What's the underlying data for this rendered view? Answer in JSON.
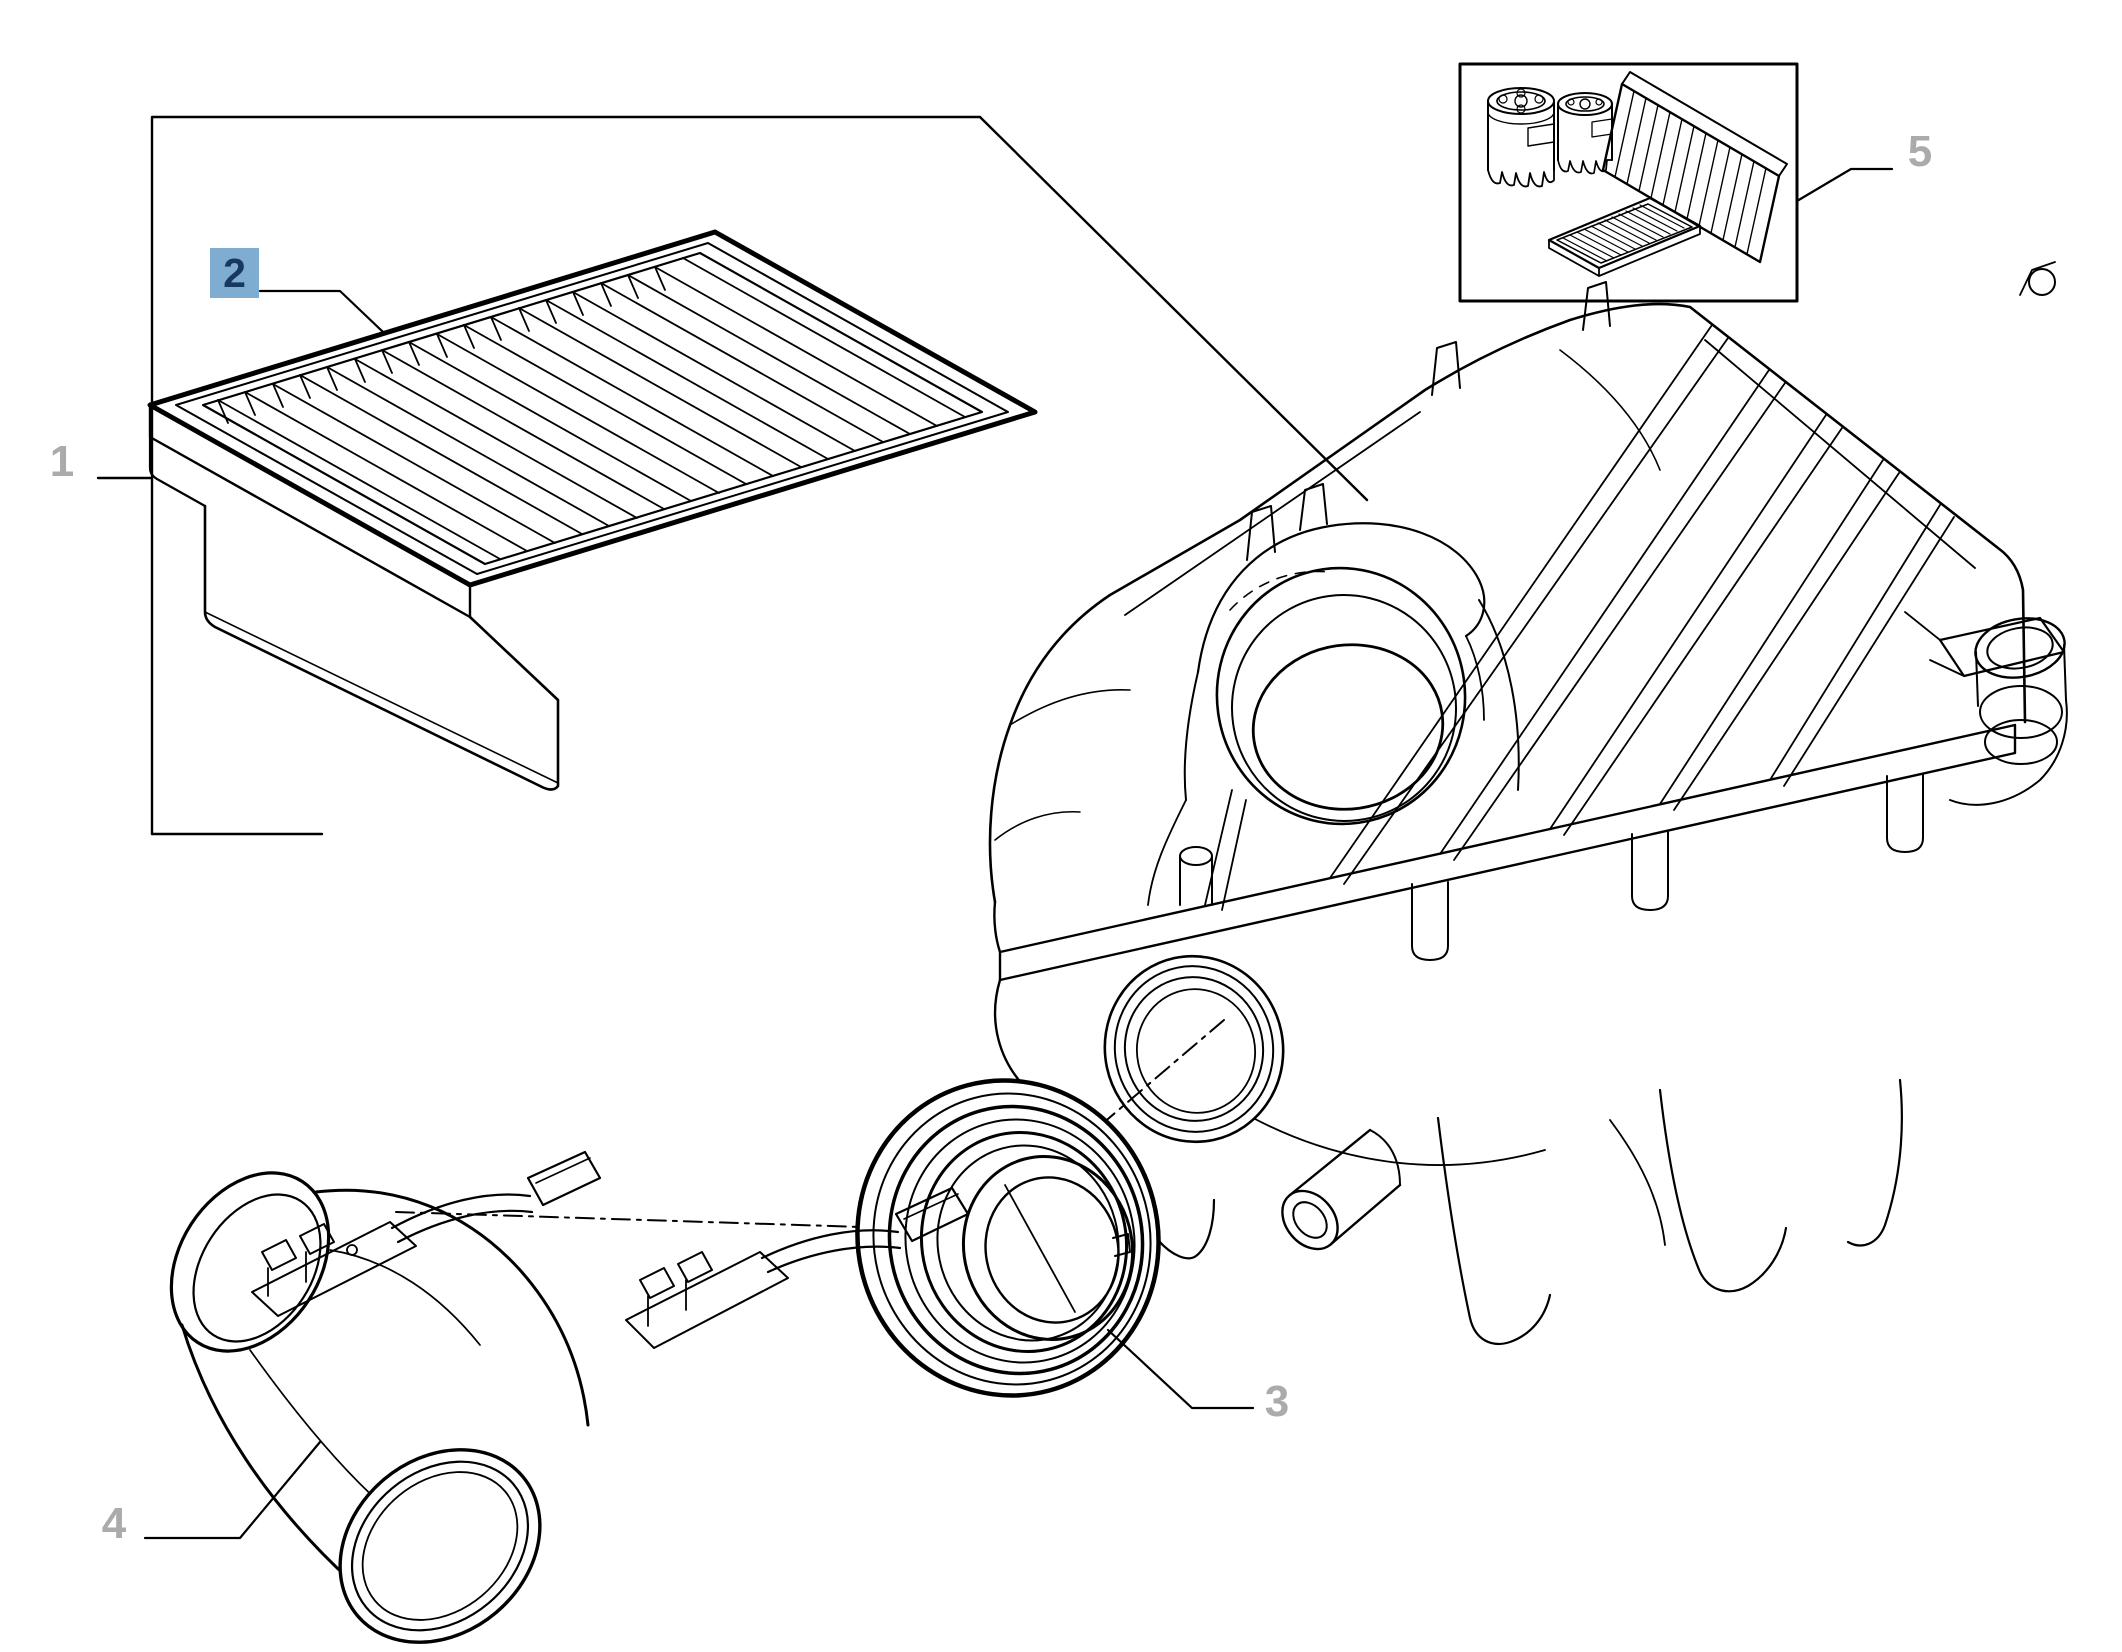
{
  "diagram": {
    "type": "exploded-parts-diagram",
    "subject": "engine air cleaner and filter assembly",
    "background_color": "#ffffff",
    "line_color": "#000000",
    "colors": {
      "callout_gray": "#ababab",
      "highlight_background": "#7fadd1",
      "highlight_text": "#17395f"
    },
    "parts": [
      {
        "label": "1",
        "style": "gray",
        "selected": false,
        "depicts": "air-cleaner-assembly-group-callout"
      },
      {
        "label": "2",
        "style": "blue-highlight",
        "selected": true,
        "depicts": "air-filter-element"
      },
      {
        "label": "3",
        "style": "gray",
        "selected": false,
        "depicts": "intake-hose-bellows-connector"
      },
      {
        "label": "4",
        "style": "gray",
        "selected": false,
        "depicts": "air-intake-duct"
      },
      {
        "label": "5",
        "style": "gray",
        "selected": false,
        "depicts": "service-filter-kit-box"
      }
    ]
  }
}
